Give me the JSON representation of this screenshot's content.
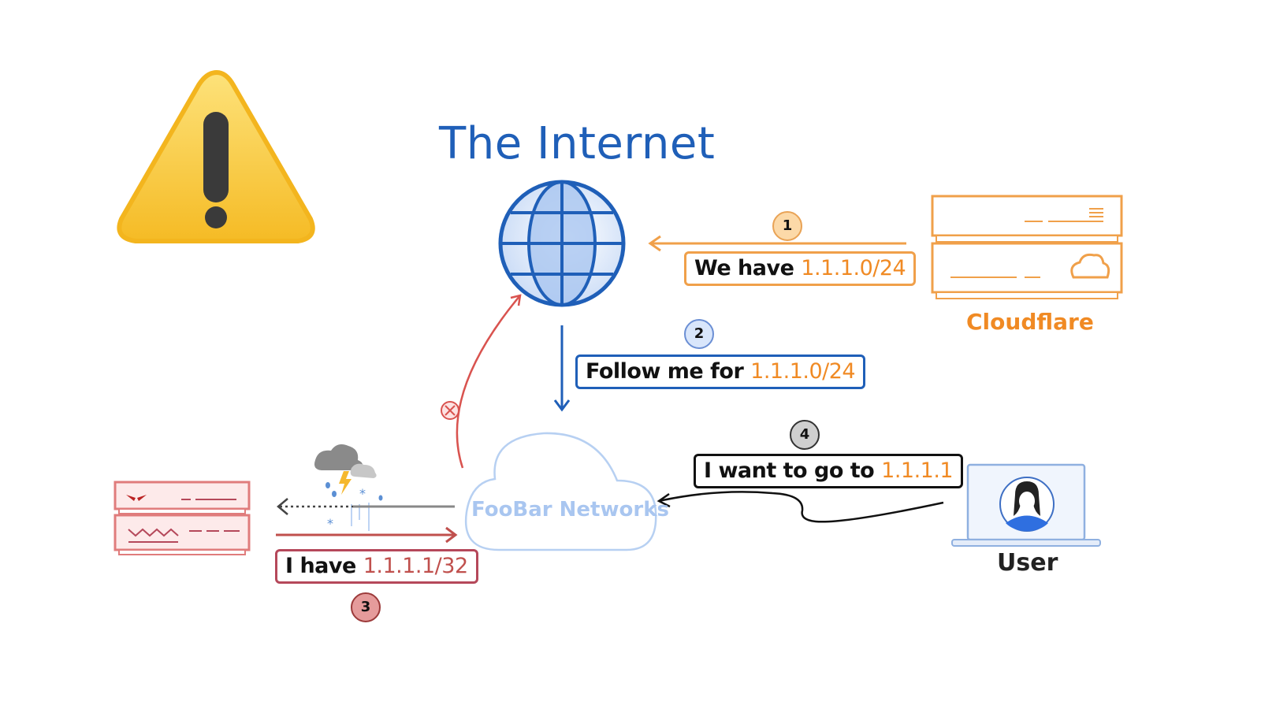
{
  "title": "The Internet",
  "nodes": {
    "cloudflare": "Cloudflare",
    "foobar": "FooBar Networks",
    "user": "User"
  },
  "messages": [
    {
      "step": "1",
      "prefix": "We have ",
      "highlight": "1.1.1.0/24"
    },
    {
      "step": "2",
      "prefix": "Follow me for ",
      "highlight": "1.1.1.0/24"
    },
    {
      "step": "3",
      "prefix": "I have ",
      "highlight": "1.1.1.1/32"
    },
    {
      "step": "4",
      "prefix": "I want to go to ",
      "highlight": "1.1.1.1"
    }
  ],
  "colors": {
    "internet_blue": "#1f5fb8",
    "cloudflare_orange": "#f08a24",
    "attacker_red": "#c0504d",
    "foobar_light_blue": "#a9c6f0",
    "warning_yellow": "#f7c631"
  },
  "icons": [
    "warning-icon",
    "globe-icon",
    "cloudflare-server-icon",
    "attacker-server-icon",
    "storm-cloud-icon",
    "laptop-user-icon",
    "blocked-x-icon"
  ]
}
